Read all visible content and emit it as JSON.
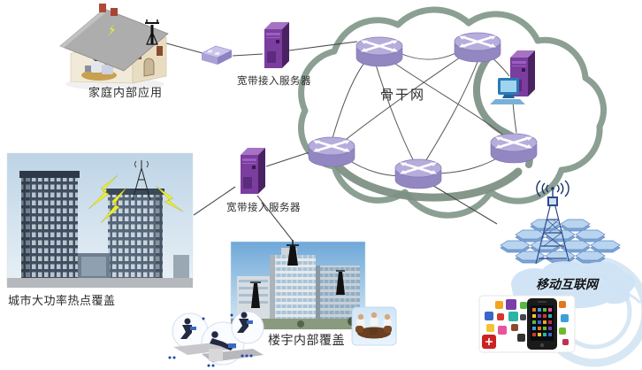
{
  "diagram": {
    "labels": {
      "home": "家庭内部应用",
      "bras1": "宽带接入服务器",
      "backbone": "骨干网",
      "city": "城市大功率热点覆盖",
      "bras2": "宽带接入服务器",
      "building": "楼宇内部覆盖",
      "mobile": "移动互联网"
    },
    "colors": {
      "cloud_stroke": "#8ba092",
      "router_body": "#9387c2",
      "router_top": "#b7addc",
      "server_front": "#7b3d9e",
      "server_side": "#4a2263",
      "switch_top": "#cbc4ea",
      "line": "#4a4a4a",
      "lightning": "#eded2e",
      "tower_blue": "#2a4a8c",
      "hex_fill": "#b9d4ee",
      "mobile_cloud": "#cfe3f5"
    },
    "icons": {
      "router": "router-cylinder-x-icon",
      "server": "server-tower-icon",
      "switch": "switch-3d-icon",
      "antenna": "antenna-mast-icon",
      "pc": "workstation-icon",
      "lightning": "lightning-bolt-icon",
      "radio_waves": "radio-waves-icon",
      "cell_grid": "hexagon-cell-grid-icon",
      "smartphone": "smartphone-apps-icon"
    }
  }
}
